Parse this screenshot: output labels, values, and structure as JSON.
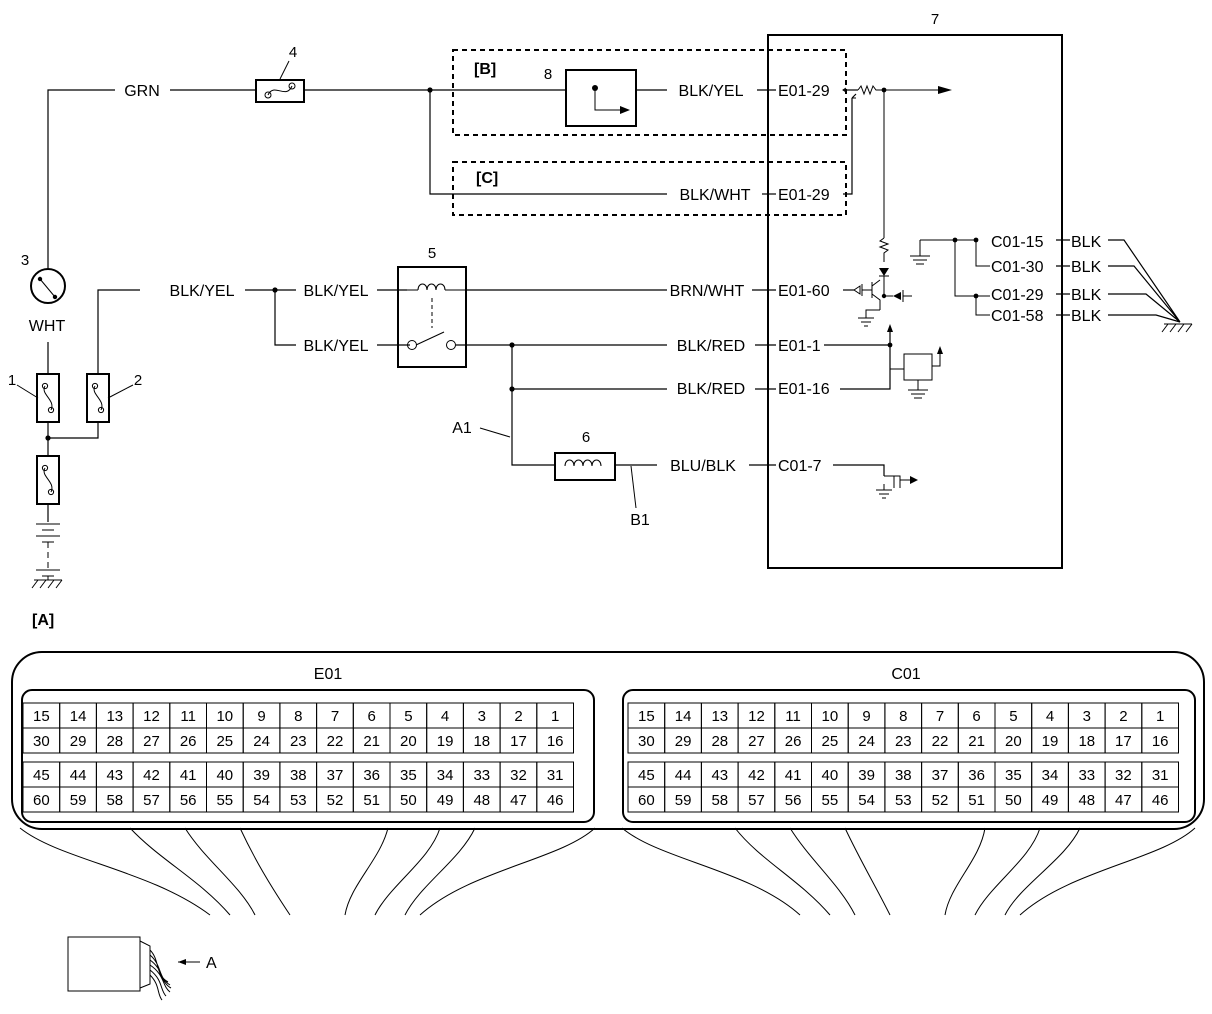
{
  "wires": {
    "grn": "GRN",
    "wht": "WHT",
    "blk_yel_1": "BLK/YEL",
    "blk_yel_2": "BLK/YEL",
    "blk_yel_3": "BLK/YEL",
    "blk_yel_4": "BLK/YEL",
    "blk_wht": "BLK/WHT",
    "brn_wht": "BRN/WHT",
    "blk_red_1": "BLK/RED",
    "blk_red_2": "BLK/RED",
    "blu_blk": "BLU/BLK",
    "blk_1": "BLK",
    "blk_2": "BLK",
    "blk_3": "BLK",
    "blk_4": "BLK"
  },
  "terminals": {
    "e01_29_a": "E01-29",
    "e01_29_b": "E01-29",
    "e01_60": "E01-60",
    "e01_1": "E01-1",
    "e01_16": "E01-16",
    "c01_7": "C01-7",
    "c01_15": "C01-15",
    "c01_30": "C01-30",
    "c01_29": "C01-29",
    "c01_58": "C01-58"
  },
  "callouts": {
    "n1": "1",
    "n2": "2",
    "n3": "3",
    "n4": "4",
    "n5": "5",
    "n6": "6",
    "n7": "7",
    "n8": "8",
    "a1": "A1",
    "b1": "B1",
    "a": "A"
  },
  "sections": {
    "a": "[A]",
    "b": "[B]",
    "c": "[C]"
  },
  "connectors": [
    {
      "name": "E01",
      "rows": [
        [
          "15",
          "14",
          "13",
          "12",
          "11",
          "10",
          "9",
          "8",
          "7",
          "6",
          "5",
          "4",
          "3",
          "2",
          "1"
        ],
        [
          "30",
          "29",
          "28",
          "27",
          "26",
          "25",
          "24",
          "23",
          "22",
          "21",
          "20",
          "19",
          "18",
          "17",
          "16"
        ],
        [
          "45",
          "44",
          "43",
          "42",
          "41",
          "40",
          "39",
          "38",
          "37",
          "36",
          "35",
          "34",
          "33",
          "32",
          "31"
        ],
        [
          "60",
          "59",
          "58",
          "57",
          "56",
          "55",
          "54",
          "53",
          "52",
          "51",
          "50",
          "49",
          "48",
          "47",
          "46"
        ]
      ]
    },
    {
      "name": "C01",
      "rows": [
        [
          "15",
          "14",
          "13",
          "12",
          "11",
          "10",
          "9",
          "8",
          "7",
          "6",
          "5",
          "4",
          "3",
          "2",
          "1"
        ],
        [
          "30",
          "29",
          "28",
          "27",
          "26",
          "25",
          "24",
          "23",
          "22",
          "21",
          "20",
          "19",
          "18",
          "17",
          "16"
        ],
        [
          "45",
          "44",
          "43",
          "42",
          "41",
          "40",
          "39",
          "38",
          "37",
          "36",
          "35",
          "34",
          "33",
          "32",
          "31"
        ],
        [
          "60",
          "59",
          "58",
          "57",
          "56",
          "55",
          "54",
          "53",
          "52",
          "51",
          "50",
          "49",
          "48",
          "47",
          "46"
        ]
      ]
    }
  ]
}
